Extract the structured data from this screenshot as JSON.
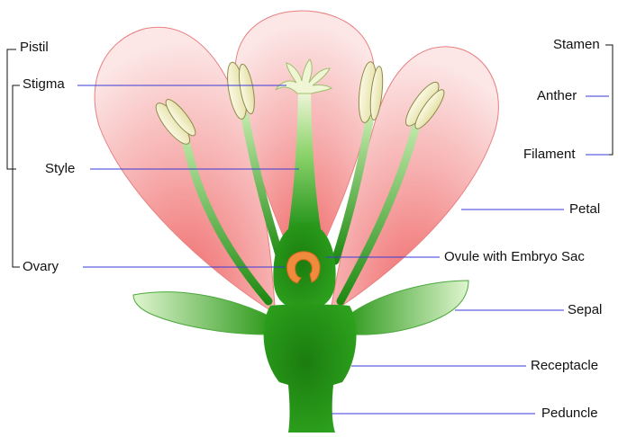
{
  "labels": {
    "pistil": "Pistil",
    "stigma": "Stigma",
    "style": "Style",
    "ovary": "Ovary",
    "stamen": "Stamen",
    "anther": "Anther",
    "filament": "Filament",
    "petal": "Petal",
    "ovule": "Ovule with Embryo Sac",
    "sepal": "Sepal",
    "receptacle": "Receptacle",
    "peduncle": "Peduncle"
  },
  "colors": {
    "leader_line": "#3a3ad8",
    "bracket_line": "#111111",
    "petal_light": "#fbe3e3",
    "petal_dark": "#f48585",
    "green_dark": "#1f8a12",
    "green_light": "#c6ecb0",
    "anther": "#f5f2c8",
    "ovule": "#f08a3c"
  }
}
